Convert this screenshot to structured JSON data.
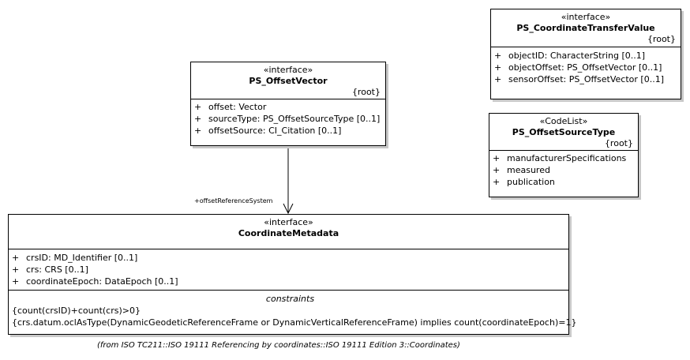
{
  "classes": {
    "transfer": {
      "stereotype": "«interface»",
      "name": "PS_CoordinateTransferValue",
      "root": "{root}",
      "attributes": [
        {
          "vis": "+",
          "text": "objectID: CharacterString [0..1]"
        },
        {
          "vis": "+",
          "text": "objectOffset: PS_OffsetVector [0..1]"
        },
        {
          "vis": "+",
          "text": "sensorOffset: PS_OffsetVector [0..1]"
        }
      ]
    },
    "offsetVector": {
      "stereotype": "«interface»",
      "name": "PS_OffsetVector",
      "root": "{root}",
      "attributes": [
        {
          "vis": "+",
          "text": "offset: Vector"
        },
        {
          "vis": "+",
          "text": "sourceType: PS_OffsetSourceType [0..1]"
        },
        {
          "vis": "+",
          "text": "offsetSource: CI_Citation [0..1]"
        }
      ]
    },
    "sourceType": {
      "stereotype": "«CodeList»",
      "name": "PS_OffsetSourceType",
      "root": "{root}",
      "attributes": [
        {
          "vis": "+",
          "text": "manufacturerSpecifications"
        },
        {
          "vis": "+",
          "text": "measured"
        },
        {
          "vis": "+",
          "text": "publication"
        }
      ]
    },
    "coordMeta": {
      "stereotype": "«interface»",
      "name": "CoordinateMetadata",
      "attributes": [
        {
          "vis": "+",
          "text": "crsID: MD_Identifier [0..1]"
        },
        {
          "vis": "+",
          "text": "crs: CRS [0..1]"
        },
        {
          "vis": "+",
          "text": "coordinateEpoch: DataEpoch [0..1]"
        }
      ],
      "constraints_title": "constraints",
      "constraints": [
        "{count(crsID)+count(crs)>0}",
        "{crs.datum.oclAsType(DynamicGeodeticReferenceFrame or DynamicVerticalReferenceFrame) implies count(coordinateEpoch)=1}"
      ]
    }
  },
  "association": {
    "role": "+offsetReferenceSystem"
  },
  "caption": "(from ISO TC211::ISO 19111 Referencing by coordinates::ISO 19111 Edition 3::Coordinates)"
}
